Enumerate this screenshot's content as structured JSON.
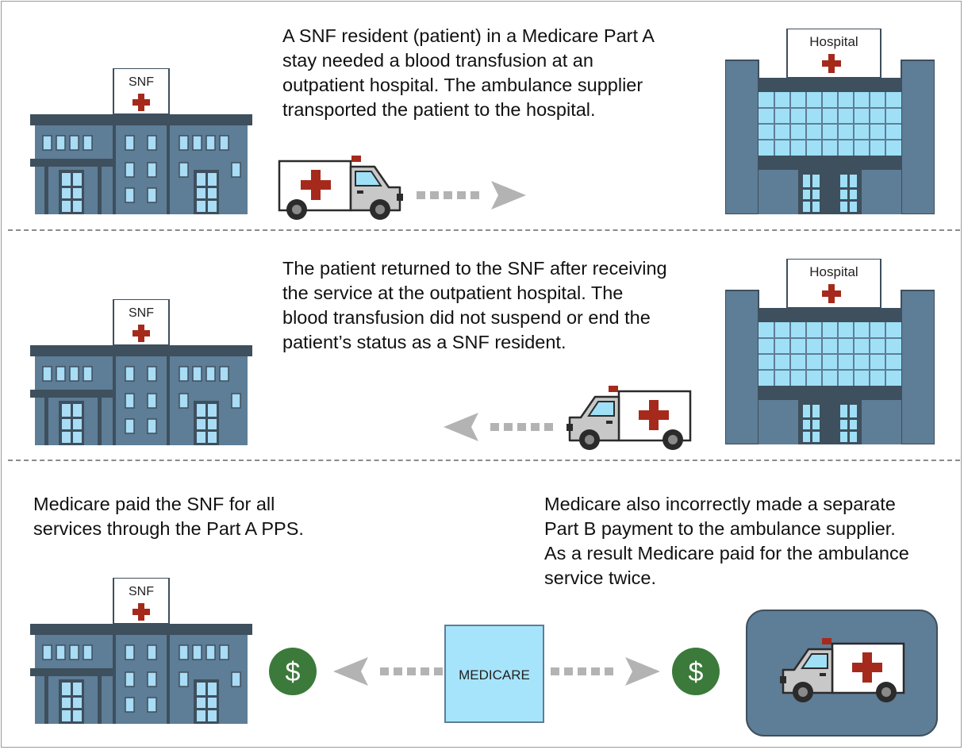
{
  "colors": {
    "building": "#5e7d96",
    "building_dark": "#3e4f5d",
    "window": "#a9dcf5",
    "glass": "#9fe0f7",
    "cross": "#a52a1c",
    "arrow": "#b3b3b3",
    "dollar": "#3b7a3a",
    "medicare_box": "#a6e4fb"
  },
  "row1": {
    "caption": [
      "A SNF resident (patient) in a Medicare Part A",
      "stay needed a blood transfusion at an",
      "outpatient hospital.  The ambulance supplier",
      "transported the patient to the hospital."
    ],
    "snf_sign": "SNF",
    "hospital_sign": "Hospital"
  },
  "row2": {
    "caption": [
      "The patient returned to the SNF after receiving",
      "the service at the outpatient hospital.  The",
      "blood transfusion did not suspend or end the",
      "patient’s status as a SNF resident."
    ],
    "snf_sign": "SNF",
    "hospital_sign": "Hospital"
  },
  "row3": {
    "left_caption": [
      "Medicare paid the SNF for all",
      "services through the Part A PPS."
    ],
    "right_caption": [
      "Medicare also incorrectly made a separate",
      "Part B payment to the ambulance supplier.",
      "As a result Medicare paid for the ambulance",
      "service twice."
    ],
    "snf_sign": "SNF",
    "medicare_label": "MEDICARE",
    "payment_symbol": "$"
  }
}
